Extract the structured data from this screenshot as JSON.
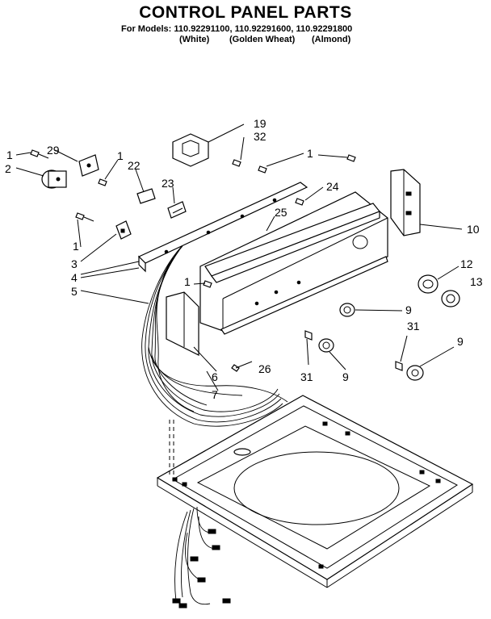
{
  "header": {
    "title": "CONTROL PANEL PARTS",
    "models_line": "For Models: 110.92291100, 110.92291600, 110.92291800",
    "colors": [
      "(White)",
      "(Golden Wheat)",
      "(Almond)"
    ]
  },
  "callouts": [
    {
      "id": "c1a",
      "label": "1"
    },
    {
      "id": "c29",
      "label": "29"
    },
    {
      "id": "c1b",
      "label": "1"
    },
    {
      "id": "c2",
      "label": "2"
    },
    {
      "id": "c22",
      "label": "22"
    },
    {
      "id": "c23",
      "label": "23"
    },
    {
      "id": "c19",
      "label": "19"
    },
    {
      "id": "c32",
      "label": "32"
    },
    {
      "id": "c1c",
      "label": "1"
    },
    {
      "id": "c24",
      "label": "24"
    },
    {
      "id": "c25",
      "label": "25"
    },
    {
      "id": "c10",
      "label": "10"
    },
    {
      "id": "c1d",
      "label": "1"
    },
    {
      "id": "c3",
      "label": "3"
    },
    {
      "id": "c4",
      "label": "4"
    },
    {
      "id": "c5",
      "label": "5"
    },
    {
      "id": "c1e",
      "label": "1"
    },
    {
      "id": "c12",
      "label": "12"
    },
    {
      "id": "c13",
      "label": "13"
    },
    {
      "id": "c9a",
      "label": "9"
    },
    {
      "id": "c31a",
      "label": "31"
    },
    {
      "id": "c9b",
      "label": "9"
    },
    {
      "id": "c26",
      "label": "26"
    },
    {
      "id": "c31b",
      "label": "31"
    },
    {
      "id": "c9c",
      "label": "9"
    },
    {
      "id": "c6",
      "label": "6"
    },
    {
      "id": "c7",
      "label": "7"
    }
  ]
}
